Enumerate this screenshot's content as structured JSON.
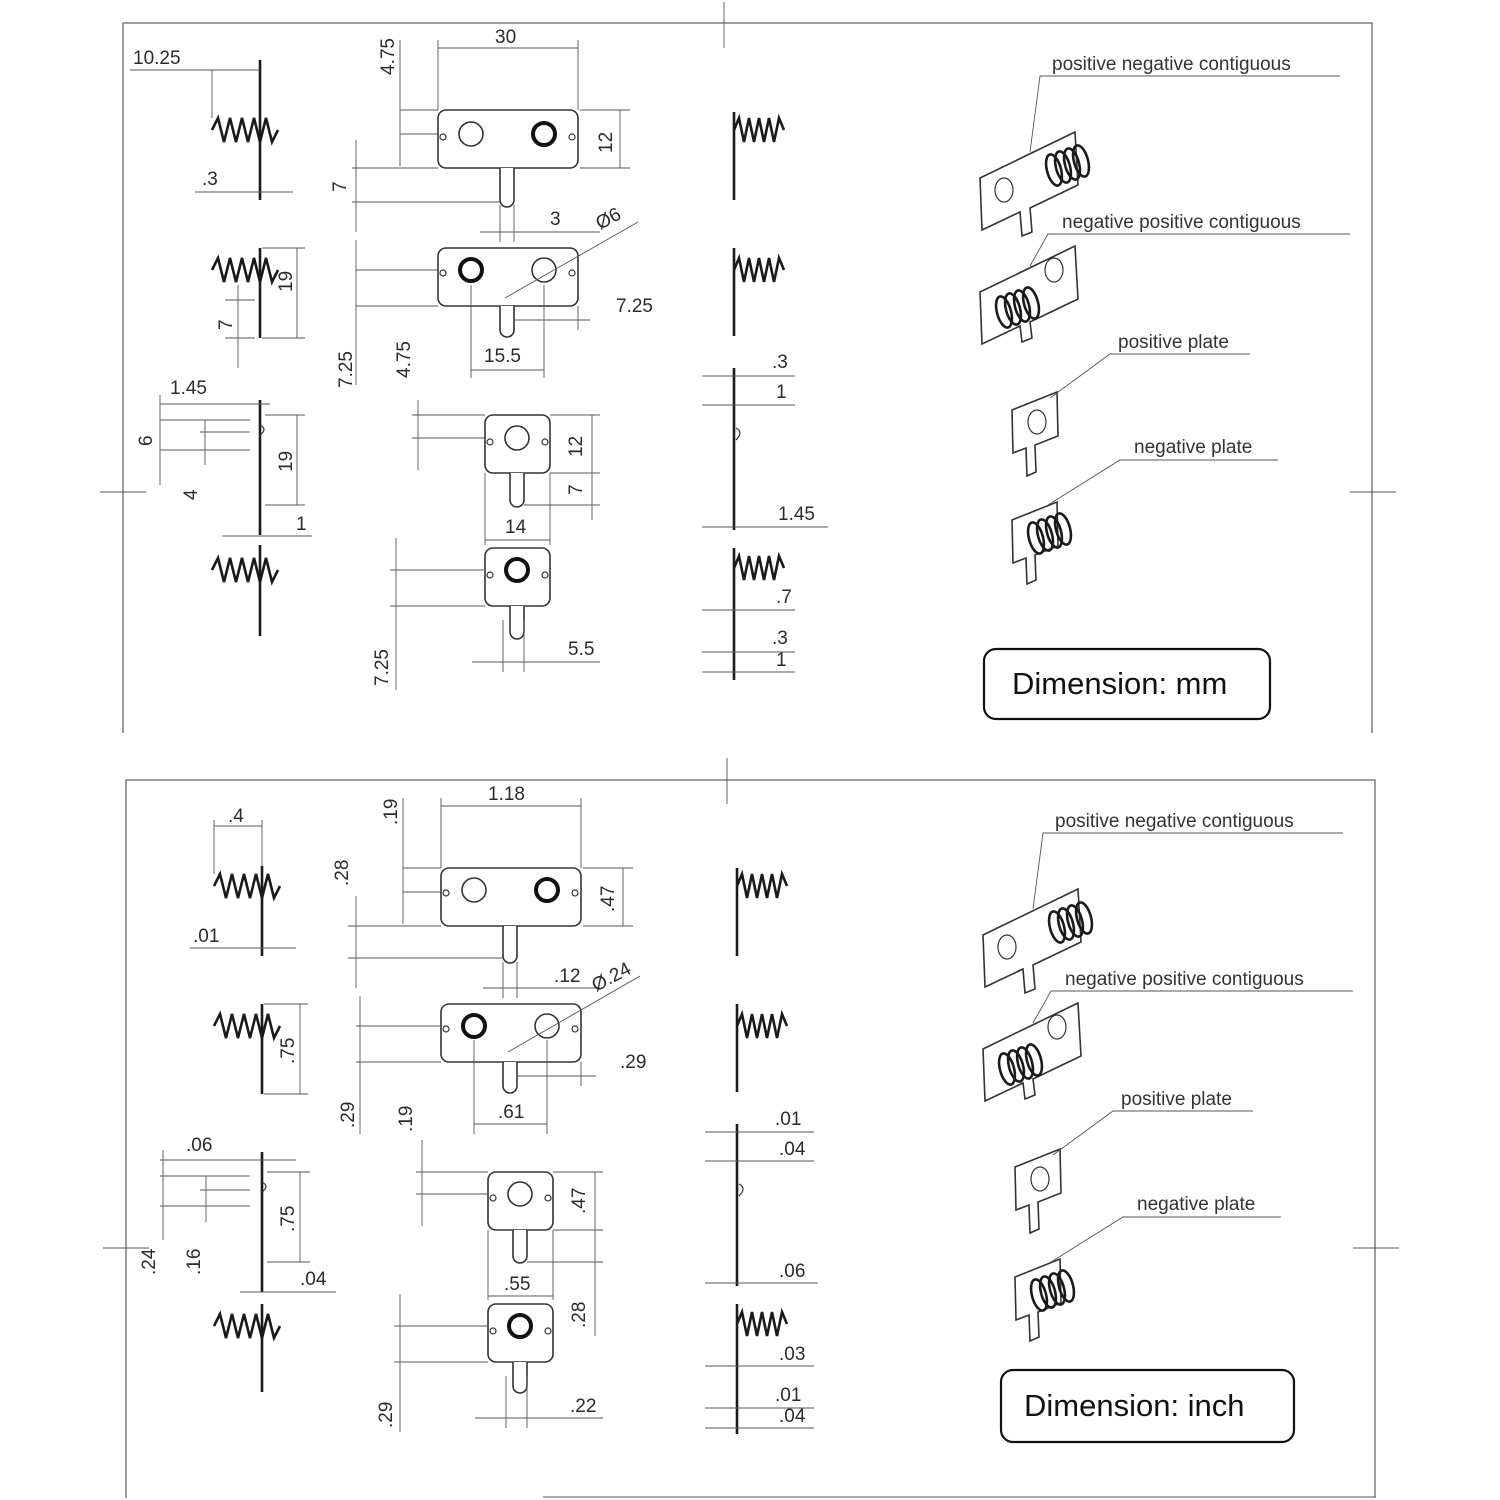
{
  "panels": [
    {
      "unit_label": "Dimension: mm",
      "views": {
        "labels": [
          "positive negative contiguous",
          "negative positive contiguous",
          "positive plate",
          "negative plate"
        ]
      },
      "dims": {
        "spring_len": "10.25",
        "sheet_thick": ".3",
        "plate_top": "4.75",
        "plate_width": "30",
        "plate_height": "12",
        "tab_len": "7",
        "tab_width": "3",
        "hole_dia": "Ø6",
        "spring_height": "19",
        "spring_offset": "7",
        "tab_offset": "7.25",
        "hole_spacing": "15.5",
        "neg_tab_total": "7.25",
        "single_top": "4.75",
        "side_bump": "1.45",
        "side_6": "6",
        "side_4": "4",
        "side_19": "19",
        "side_1": "1",
        "single_height": "12",
        "single_tab": "7",
        "single_width": "14",
        "single_tab_total": "7.25",
        "single_hole_off": "5.5",
        "right_a": ".3",
        "right_b": "1",
        "right_c": "1.45",
        "right_d": ".7",
        "right_e": ".3",
        "right_f": "1"
      }
    },
    {
      "unit_label": "Dimension: inch",
      "views": {
        "labels": [
          "positive negative contiguous",
          "negative positive contiguous",
          "positive plate",
          "negative plate"
        ]
      },
      "dims": {
        "spring_len": ".4",
        "sheet_thick": ".01",
        "plate_top": ".19",
        "plate_width": "1.18",
        "plate_height": ".47",
        "tab_len": ".28",
        "tab_width": ".12",
        "hole_dia": "Ø.24",
        "spring_height": ".75",
        "spring_offset": "",
        "tab_offset": ".29",
        "hole_spacing": ".61",
        "neg_tab_total": ".29",
        "single_top": ".19",
        "side_bump": ".06",
        "side_6": ".24",
        "side_4": ".16",
        "side_19": ".75",
        "side_1": ".04",
        "single_height": ".47",
        "single_tab": ".28",
        "single_width": ".55",
        "single_tab_total": ".29",
        "single_hole_off": ".22",
        "right_a": ".01",
        "right_b": ".04",
        "right_c": ".06",
        "right_d": ".03",
        "right_e": ".01",
        "right_f": ".04"
      }
    }
  ]
}
